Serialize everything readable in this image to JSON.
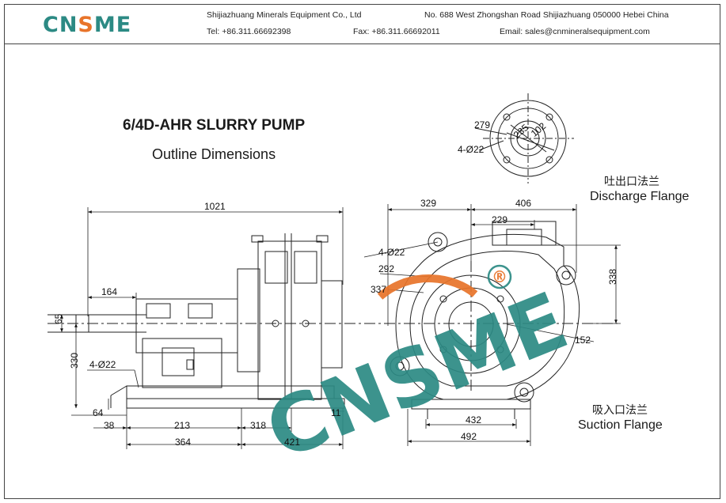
{
  "header": {
    "logo": "CNSME",
    "company": "Shijiazhuang Minerals Equipment Co., Ltd",
    "address": "No. 688 West Zhongshan Road Shijiazhuang 050000 Hebei China",
    "tel": "Tel: +86.311.66692398",
    "fax": "Fax: +86.311.66692011",
    "email": "Email: sales@cnmineralsequipment.com"
  },
  "drawing": {
    "title": "6/4D-AHR SLURRY PUMP",
    "subtitle": "Outline Dimensions",
    "discharge_zh": "吐出口法兰",
    "discharge_en": "Discharge Flange",
    "suction_zh": "吸入口法兰",
    "suction_en": "Suction Flange",
    "watermark": "CNSME",
    "registered": "®",
    "dimensions": {
      "d1021": "1021",
      "d164": "164",
      "d65": "65",
      "d330": "330",
      "holes_base": "4-Ø22",
      "d64": "64",
      "d11": "11",
      "d38": "38",
      "d213": "213",
      "d318": "318",
      "d364": "364",
      "d421": "421",
      "d329": "329",
      "d406": "406",
      "d229": "229",
      "holes_side": "4-Ø22",
      "d292": "292",
      "d337": "337",
      "d338": "338",
      "d152": "152",
      "d432": "432",
      "d492": "492",
      "flange_279": "279",
      "flange_235": "235",
      "flange_102": "102",
      "flange_holes": "4-Ø22"
    }
  }
}
